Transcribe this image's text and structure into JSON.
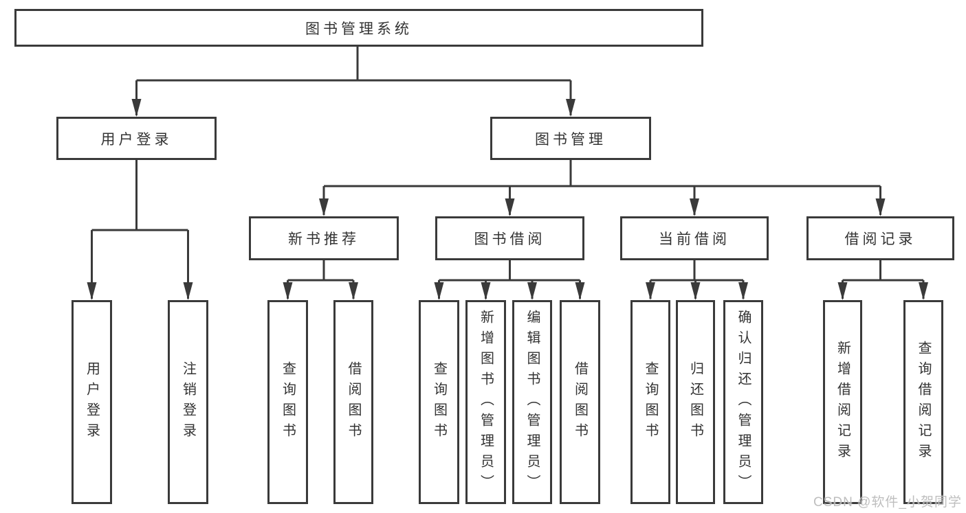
{
  "diagram": {
    "type": "hierarchy-tree",
    "root": {
      "label": "图书管理系统",
      "children": [
        {
          "label": "用户登录",
          "children": [
            {
              "label": "用户登录"
            },
            {
              "label": "注销登录"
            }
          ]
        },
        {
          "label": "图书管理",
          "children": [
            {
              "label": "新书推荐",
              "children": [
                {
                  "label": "查询图书"
                },
                {
                  "label": "借阅图书"
                }
              ]
            },
            {
              "label": "图书借阅",
              "children": [
                {
                  "label": "查询图书"
                },
                {
                  "label": "新增图书（管理员）"
                },
                {
                  "label": "编辑图书（管理员）"
                },
                {
                  "label": "借阅图书"
                }
              ]
            },
            {
              "label": "当前借阅",
              "children": [
                {
                  "label": "查询图书"
                },
                {
                  "label": "归还图书"
                },
                {
                  "label": "确认归还（管理员）"
                }
              ]
            },
            {
              "label": "借阅记录",
              "children": [
                {
                  "label": "新增借阅记录"
                },
                {
                  "label": "查询借阅记录"
                }
              ]
            }
          ]
        }
      ]
    }
  },
  "watermark": {
    "text": "CSDN @软件_小贺同学"
  },
  "colors": {
    "line": "#3a3a3a",
    "box_border": "#3a3a3a",
    "text": "#333333",
    "watermark": "#b9b9b9",
    "background": "#ffffff"
  }
}
